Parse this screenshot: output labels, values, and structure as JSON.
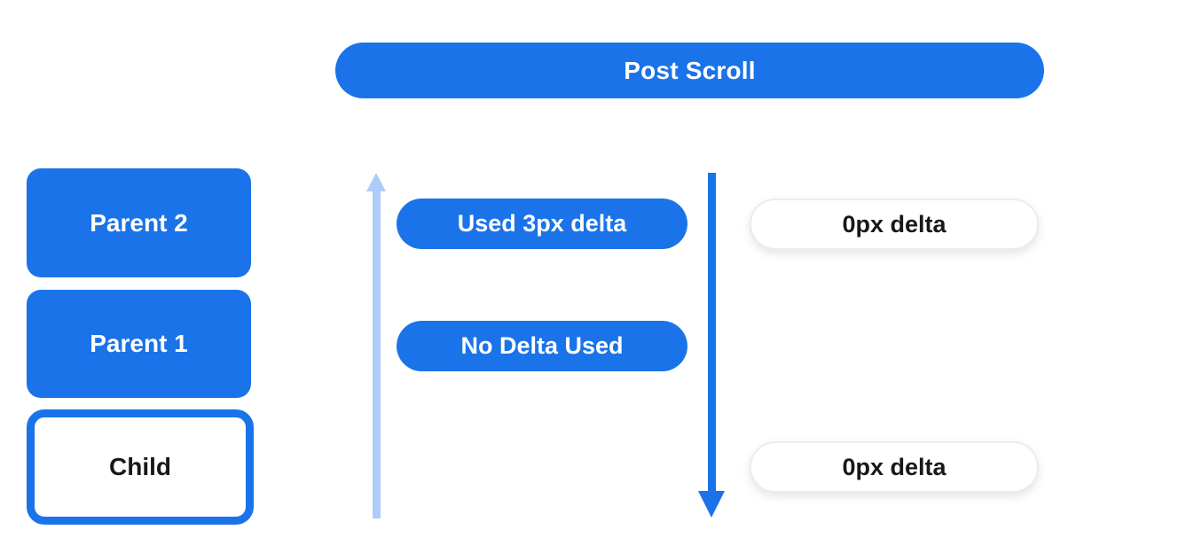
{
  "colors": {
    "blue": "#1a73e8",
    "light_blue": "#aecbfa",
    "pill_bg": "#ffffff",
    "pill_border": "#ececf0",
    "text_light": "#ffffff",
    "text_dark": "#17181a"
  },
  "header": {
    "title": "Post Scroll"
  },
  "scroller_stack": {
    "parent2_label": "Parent 2",
    "parent1_label": "Parent 1",
    "child_label": "Child"
  },
  "delta_annotations": {
    "used_label": "Used 3px delta",
    "none_label": "No Delta Used",
    "zero_top_label": "0px delta",
    "zero_bottom_label": "0px delta"
  },
  "arrows": {
    "up_icon": "scroll-chain-up-arrow",
    "down_icon": "scroll-direction-down-arrow"
  }
}
